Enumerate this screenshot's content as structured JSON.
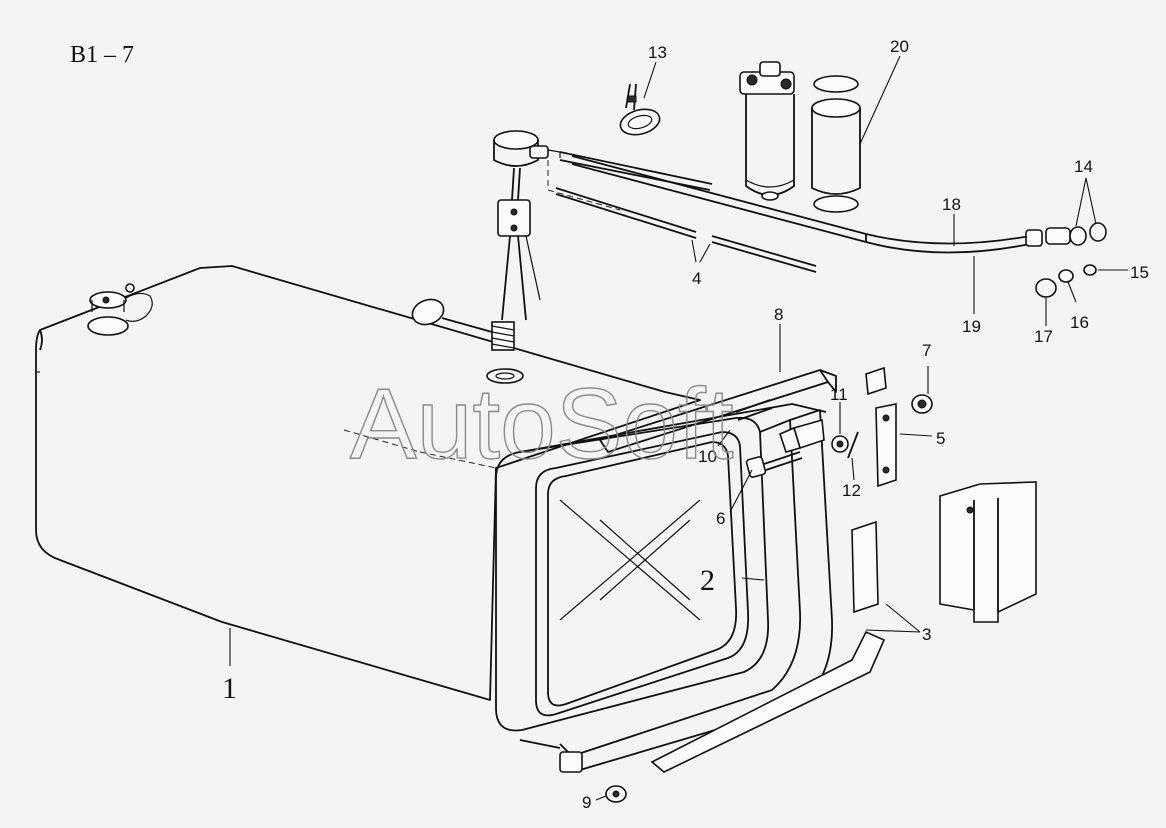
{
  "diagram": {
    "title": "B1 – 7",
    "watermark": "AutoSoft",
    "callouts": {
      "p1": "1",
      "p2": "2",
      "p3": "3",
      "p4": "4",
      "p5": "5",
      "p6": "6",
      "p7": "7",
      "p8": "8",
      "p9": "9",
      "p10": "10",
      "p11": "11",
      "p12": "12",
      "p13": "13",
      "p14": "14",
      "p15": "15",
      "p16": "16",
      "p17": "17",
      "p18": "18",
      "p19": "19",
      "p20": "20"
    }
  },
  "colors": {
    "ink": "#111111",
    "paper": "#f4f4f2",
    "watermark": "#8a8a8a"
  }
}
